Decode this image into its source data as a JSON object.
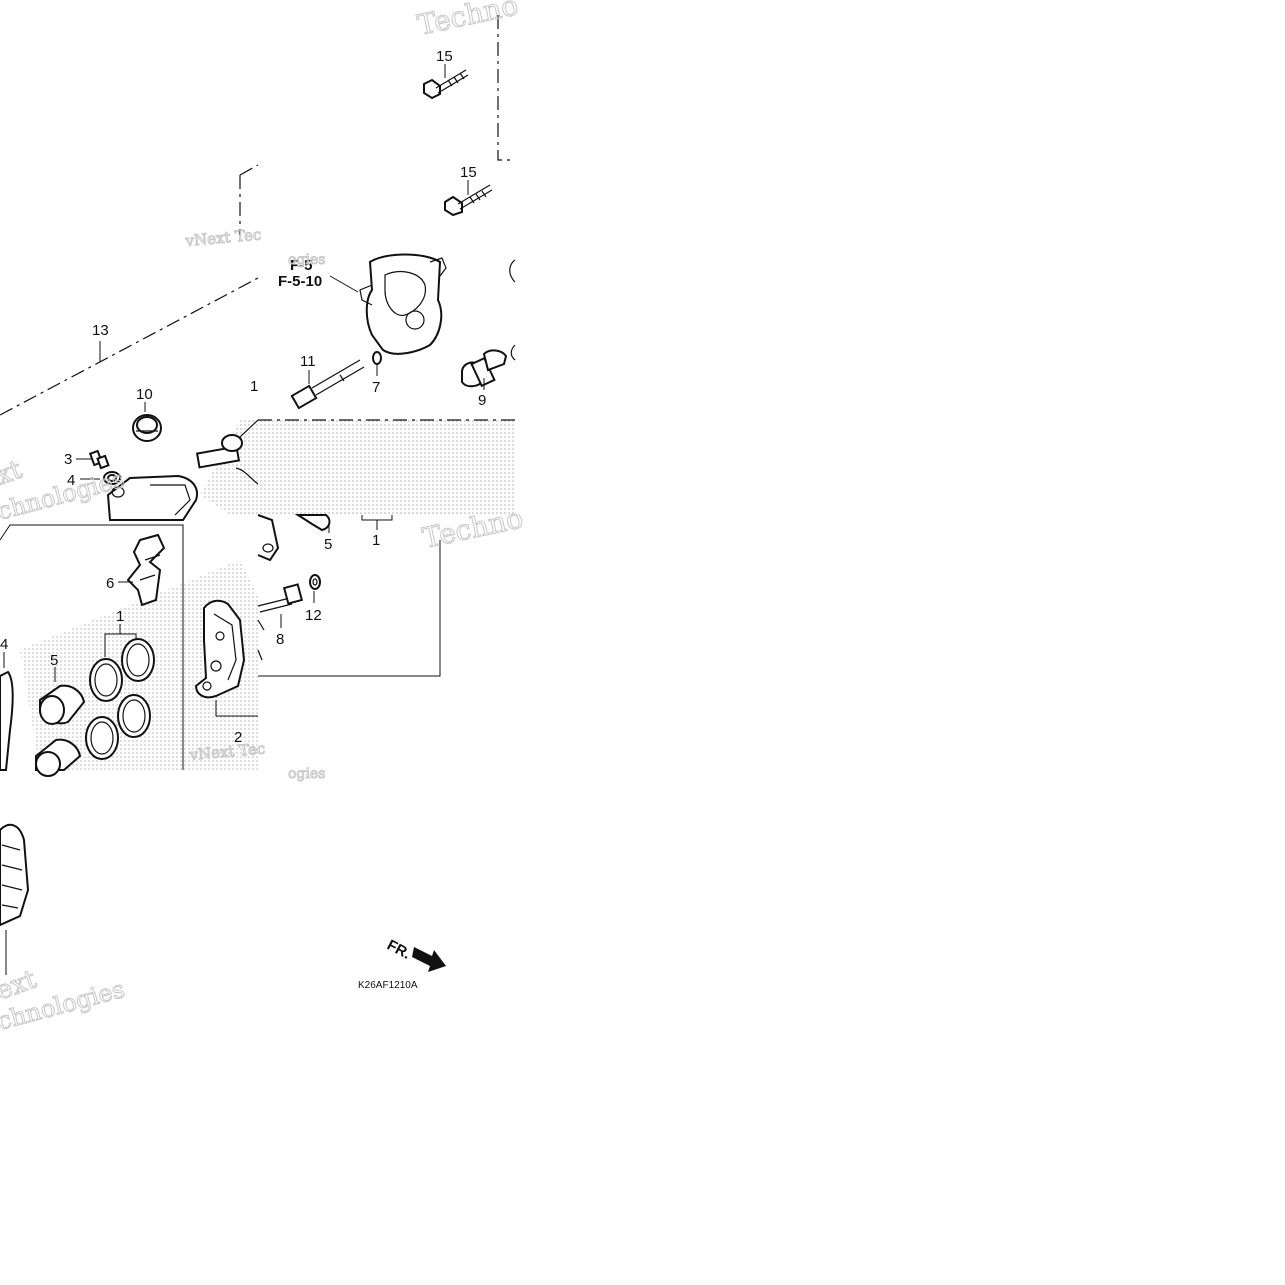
{
  "diagram": {
    "callouts": {
      "c15a": "15",
      "c15b": "15",
      "c13": "13",
      "c10": "10",
      "c11": "11",
      "c7": "7",
      "c9": "9",
      "c3": "3",
      "c4": "4",
      "c5a": "5",
      "c1a": "1",
      "c6": "6",
      "c1b": "1",
      "c5b": "5",
      "c14": "4",
      "c8": "8",
      "c12": "12",
      "c2": "2",
      "c1c": "1"
    },
    "refs": {
      "r1": "F-5",
      "r2": "F-5-10"
    },
    "direction_label": "FR.",
    "drawing_code": "K26AF1210A",
    "watermarks": {
      "w1": "Techno",
      "w2": "vNext Tec",
      "w3": "ogies",
      "w4": "Techno",
      "w5": "vNext Tec",
      "w6": "ogies",
      "w7": "xt",
      "w8": "chnologies",
      "w9": "ext",
      "w10": "chnologies"
    }
  }
}
